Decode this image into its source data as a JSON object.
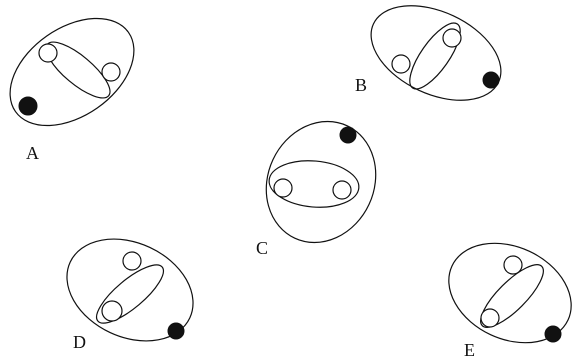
{
  "colors": {
    "line": "#111111",
    "filled_circle": "#111111",
    "open_circle": "#ffffff",
    "background": "#ffffff"
  },
  "figures": [
    {
      "label": "A"
    },
    {
      "label": "B"
    },
    {
      "label": "C"
    },
    {
      "label": "D"
    },
    {
      "label": "E"
    }
  ]
}
